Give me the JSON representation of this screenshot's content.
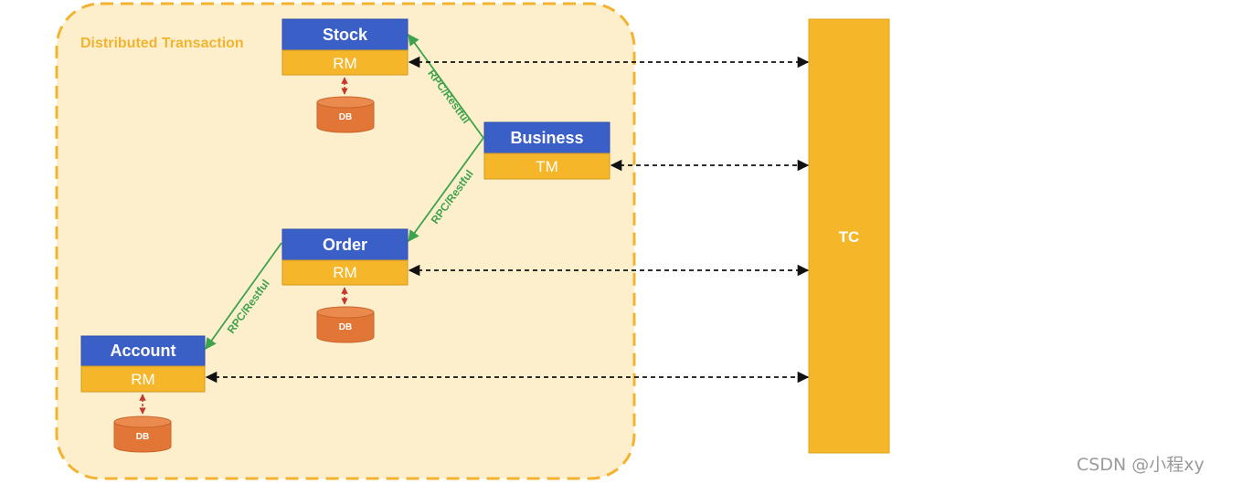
{
  "region": {
    "label": "Distributed Transaction"
  },
  "services": {
    "stock": {
      "name": "Stock",
      "role": "RM"
    },
    "business": {
      "name": "Business",
      "role": "TM"
    },
    "order": {
      "name": "Order",
      "role": "RM"
    },
    "account": {
      "name": "Account",
      "role": "RM"
    }
  },
  "databases": {
    "label": "DB"
  },
  "rpc_label": "RPC/Restful",
  "coordinator": {
    "label": "TC"
  },
  "watermark": "CSDN @小程xy",
  "colors": {
    "service_header": "#3a5fc7",
    "role_band": "#f5b629",
    "db": "#e27636",
    "tc": "#f5b629",
    "region_fill": "#fdefcc",
    "region_border": "#f2b430",
    "rpc_arrow": "#3fa34d",
    "db_arrow": "#c0392b",
    "tc_arrow": "#111111"
  }
}
